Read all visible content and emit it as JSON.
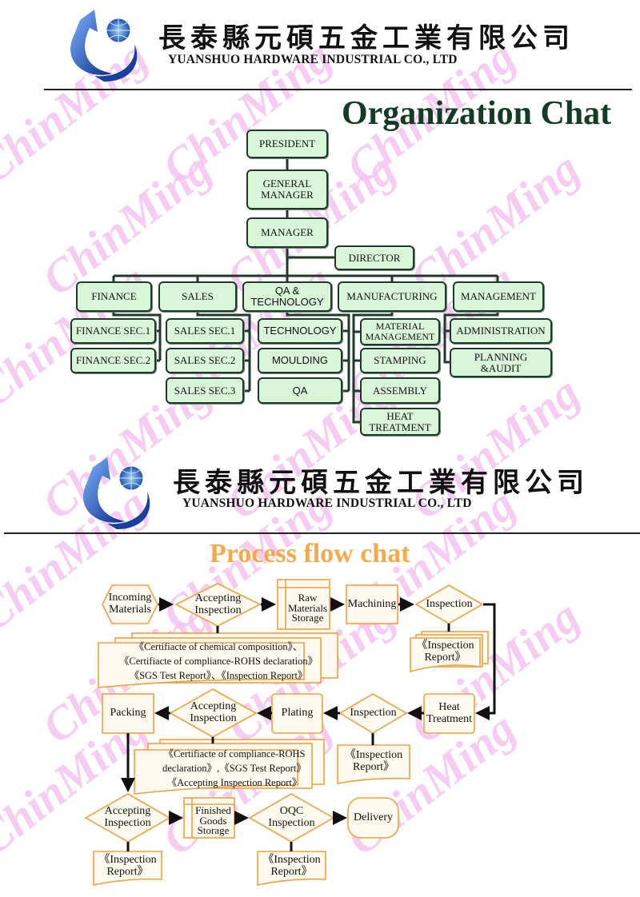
{
  "watermark": "ChinMing",
  "header": {
    "company_zh": "長泰縣元碩五金工業有限公司",
    "company_en": "YUANSHUO HARDWARE INDUSTRIAL CO., LTD"
  },
  "org_chart": {
    "title": "Organization Chat",
    "president": "PRESIDENT",
    "general_manager": "GENERAL\nMANAGER",
    "manager": "MANAGER",
    "director": "DIRECTOR",
    "departments": [
      {
        "label": "FINANCE",
        "subs": [
          "FINANCE SEC.1",
          "FINANCE SEC.2"
        ]
      },
      {
        "label": "SALES",
        "subs": [
          "SALES SEC.1",
          "SALES SEC.2",
          "SALES SEC.3"
        ]
      },
      {
        "label": "QA &\nTECHNOLOGY",
        "subs": [
          "TECHNOLOGY",
          "MOULDING",
          "QA"
        ]
      },
      {
        "label": "MANUFACTURING",
        "subs": [
          "MATERIAL\nMANAGEMENT",
          "STAMPING",
          "ASSEMBLY",
          "HEAT\nTREATMENT"
        ]
      },
      {
        "label": "MANAGEMENT",
        "subs": [
          "ADMINISTRATION",
          "PLANNING\n&AUDIT"
        ]
      }
    ]
  },
  "process_flow": {
    "title": "Process flow chat",
    "incoming": "Incoming\nMaterials",
    "accepting1": "Accepting\nInspection",
    "raw_storage": "Raw\nMaterials\nStorage",
    "machining": "Machining",
    "inspection1": "Inspection",
    "report1": "《Inspection\nReport》",
    "certs1": "《Certifiacte of chemical composition》、\n《Certifiacte of compliance-ROHS declaration》\n《SGS Test Report》、《Inspection Report》",
    "heat": "Heat\nTreatment",
    "inspection2": "Inspection",
    "plating": "Plating",
    "accepting2": "Accepting\nInspection",
    "packing": "Packing",
    "report2": "《Inspection\nReport》",
    "certs2": "《Certifiacte of compliance-ROHS\ndeclaration》,《SGS Test Report》\n《Accepting Inspection Report》",
    "accepting3": "Accepting\nInspection",
    "finished_storage": "Finished\nGoods\nStorage",
    "oqc": "OQC\nInspection",
    "delivery": "Delivery",
    "report3": "《Inspection\nReport》",
    "report4": "《Inspection\nReport》"
  },
  "colors": {
    "org_fill": "#d9f6d9",
    "flow_border": "#f0a040",
    "title_green": "#123d23",
    "title_orange": "#f5a94a",
    "watermark": "#f6c4f2"
  }
}
